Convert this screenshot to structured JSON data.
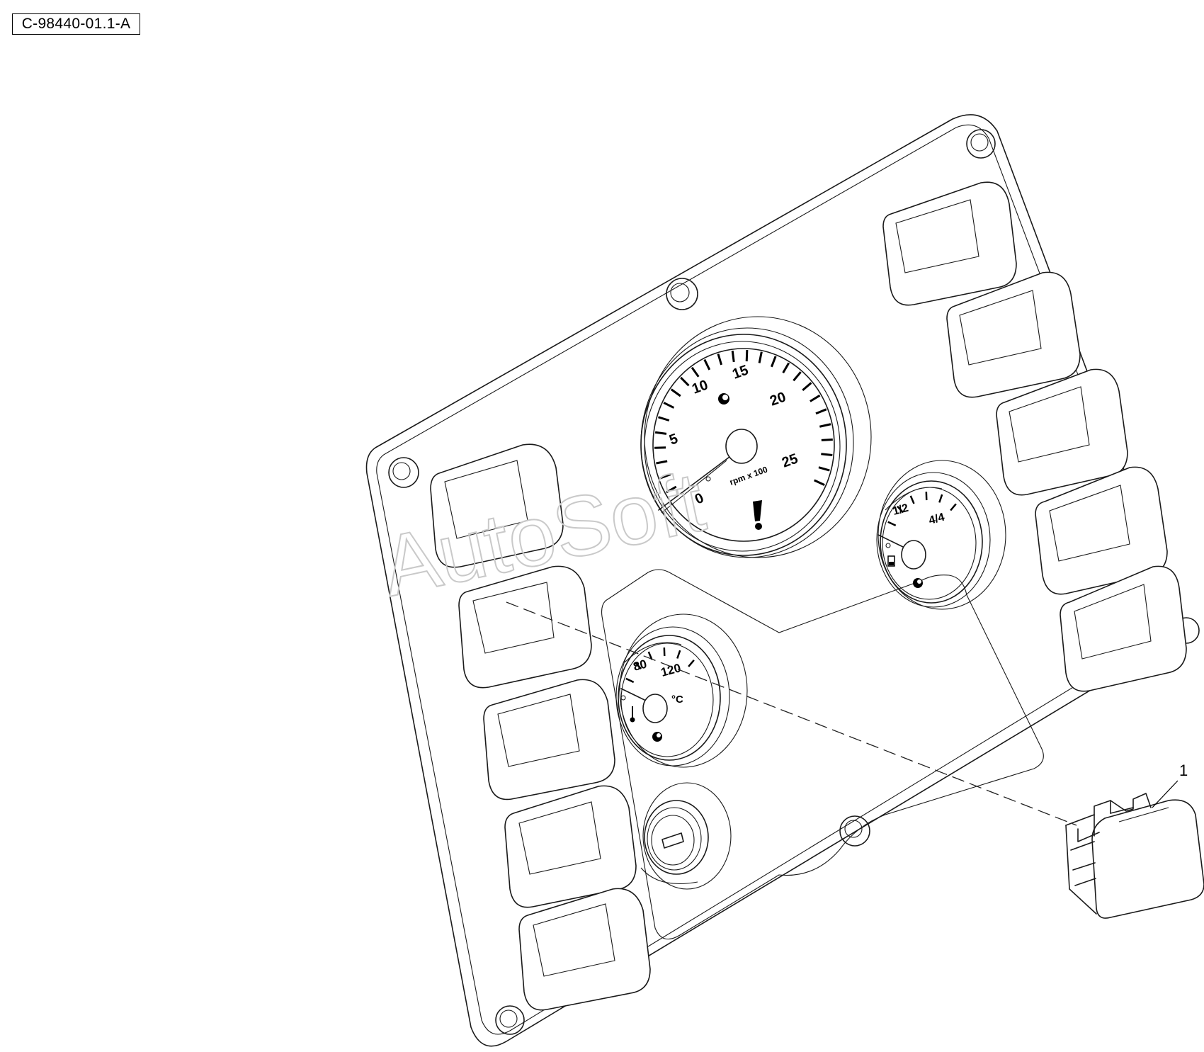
{
  "reference_code": "C-98440-01.1-A",
  "watermark": "AutoSoft",
  "tachometer": {
    "scale_labels": [
      "0",
      "5",
      "10",
      "15",
      "20",
      "25"
    ],
    "unit_label": "rpm x 100"
  },
  "fuel_gauge": {
    "labels": [
      "1/2",
      "4/4"
    ]
  },
  "temperature_gauge": {
    "labels": [
      "80",
      "120"
    ],
    "unit": "°C"
  },
  "callout": {
    "number": "1"
  },
  "icons": [
    "manufacturer-logo-icon",
    "warning-exclamation-icon",
    "fuel-pump-icon",
    "thermometer-icon",
    "ignition-key-slot-icon"
  ]
}
